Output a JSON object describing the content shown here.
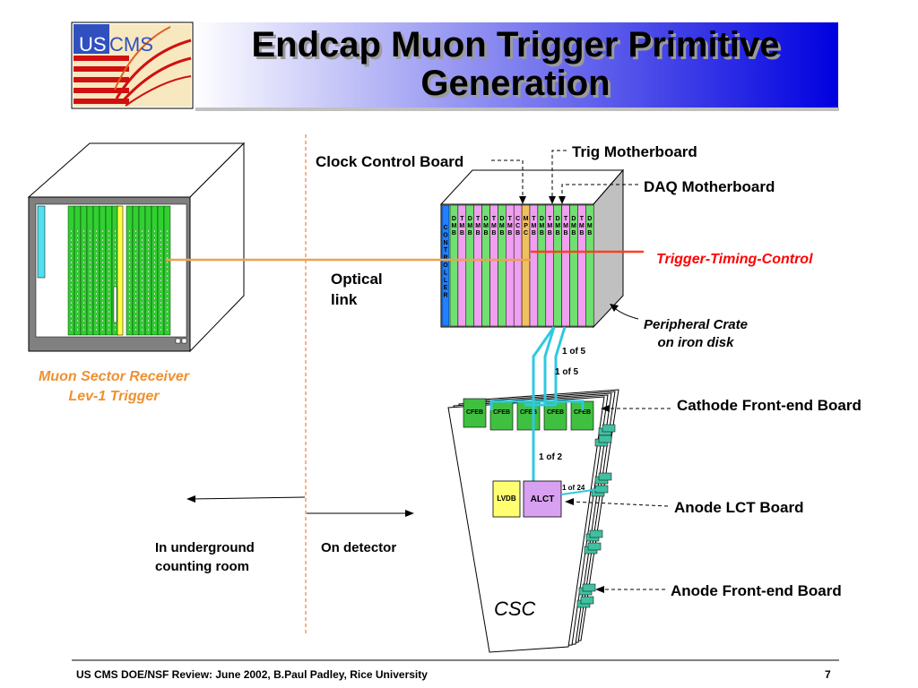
{
  "header": {
    "logo_us": "US",
    "logo_cms": "CMS",
    "title_line1": "Endcap Muon Trigger Primitive",
    "title_line2": "Generation"
  },
  "labels": {
    "clock_control_board": "Clock Control Board",
    "trig_motherboard": "Trig Motherboard",
    "daq_motherboard": "DAQ Motherboard",
    "trigger_timing_control": "Trigger-Timing-Control",
    "optical_link_1": "Optical",
    "optical_link_2": "link",
    "peripheral_crate_1": "Peripheral Crate",
    "peripheral_crate_2": "on iron disk",
    "muon_sector_receiver_1": "Muon Sector Receiver",
    "muon_sector_receiver_2": "Lev-1 Trigger",
    "one_of_5_a": "1 of 5",
    "one_of_5_b": "1 of 5",
    "one_of_2": "1 of 2",
    "one_of_24": "1 of 24",
    "cathode_frontend_board": "Cathode Front-end Board",
    "anode_lct_board": "Anode LCT Board",
    "anode_frontend_board": "Anode Front-end Board",
    "underground_1": "In underground",
    "underground_2": "counting room",
    "on_detector": "On detector",
    "csc": "CSC",
    "lvdb": "LVDB",
    "alct": "ALCT",
    "controller_vertical": "CONTROLLER"
  },
  "cfeb_labels": [
    "CFEB",
    "CFEB",
    "CFEB",
    "CFEB",
    "CFEB"
  ],
  "crate_cards": [
    [
      "D",
      "M",
      "B"
    ],
    [
      "T",
      "M",
      "B"
    ],
    [
      "D",
      "M",
      "B"
    ],
    [
      "T",
      "M",
      "B"
    ],
    [
      "D",
      "M",
      "B"
    ],
    [
      "T",
      "M",
      "B"
    ],
    [
      "D",
      "M",
      "B"
    ],
    [
      "T",
      "M",
      "B"
    ],
    [
      "C",
      "C",
      "B"
    ],
    [
      "M",
      "P",
      "C"
    ],
    [
      "T",
      "M",
      "B"
    ],
    [
      "D",
      "M",
      "B"
    ],
    [
      "T",
      "M",
      "B"
    ],
    [
      "D",
      "M",
      "B"
    ],
    [
      "T",
      "M",
      "B"
    ],
    [
      "D",
      "M",
      "B"
    ],
    [
      "T",
      "M",
      "B"
    ],
    [
      "D",
      "M",
      "B"
    ]
  ],
  "footer": {
    "left": "US CMS DOE/NSF Review:  June 2002, B.Paul Padley, Rice University",
    "page": "7"
  },
  "colors": {
    "title_gradient_start": "#ffffff",
    "title_gradient_end": "#0000e0",
    "optical_link": "#f0a050",
    "ttc_line": "#ff4020",
    "cyan_link": "#30c8e0",
    "card_green": "#70e070",
    "card_pink": "#f0a0f0",
    "card_blue": "#2080ff",
    "cfeb_green": "#40c040",
    "lvdb_yellow": "#ffff70",
    "alct_purple": "#d8a0f0",
    "receiver_orange": "#f0a040",
    "ttc_red": "#ff0000"
  }
}
